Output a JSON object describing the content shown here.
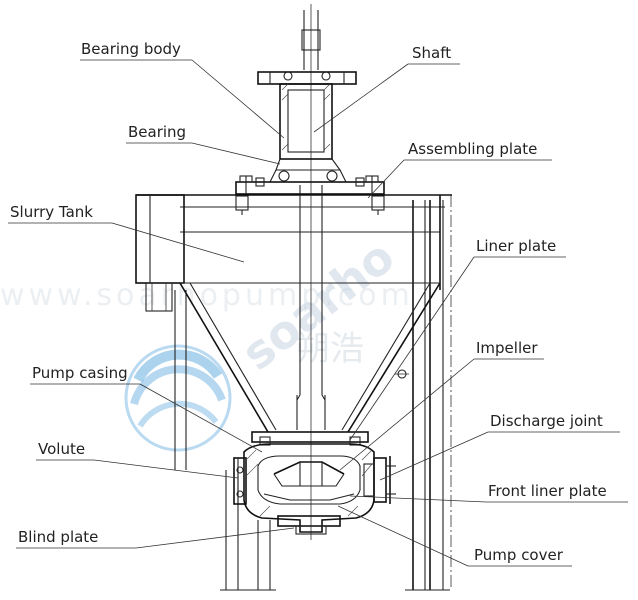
{
  "labels": {
    "bearing_body": "Bearing body",
    "shaft": "Shaft",
    "bearing": "Bearing",
    "assembling_plate": "Assembling plate",
    "slurry_tank": "Slurry Tank",
    "liner_plate": "Liner plate",
    "impeller": "Impeller",
    "pump_casing": "Pump casing",
    "discharge_joint": "Discharge joint",
    "volute": "Volute",
    "front_liner_plate": "Front liner plate",
    "blind_plate": "Blind plate",
    "pump_cover": "Pump cover"
  },
  "watermark": {
    "brand": "soarho",
    "chinese": "朔浩",
    "url": "www.soarhopump.com",
    "logo_color": "#5aa7dd"
  }
}
